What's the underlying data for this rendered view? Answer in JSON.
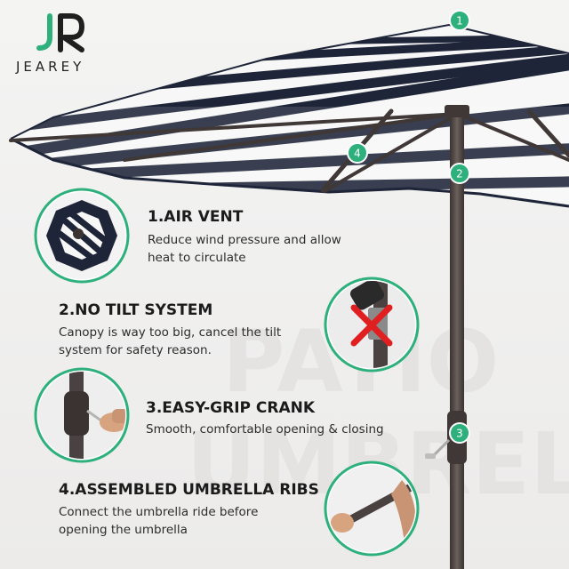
{
  "brand": {
    "name": "JEAREY",
    "accent_color": "#2db07c",
    "logo_icon": "jr-monogram-icon"
  },
  "features": [
    {
      "number": "1",
      "title": "1.AIR VENT",
      "description_lines": [
        "Reduce wind pressure and allow",
        "heat to circulate"
      ],
      "image_icon": "air-vent-closeup-icon"
    },
    {
      "number": "2",
      "title": "2.NO TILT SYSTEM",
      "description_lines": [
        "Canopy is way too big,  cancel the tilt",
        "system for safety reason."
      ],
      "image_icon": "no-tilt-closeup-icon"
    },
    {
      "number": "3",
      "title": "3.EASY-GRIP CRANK",
      "description_lines": [
        "Smooth, comfortable opening & closing"
      ],
      "image_icon": "crank-closeup-icon"
    },
    {
      "number": "4",
      "title": "4.ASSEMBLED UMBRELLA RIBS",
      "description_lines": [
        "Connect the umbrella ride before",
        "opening the umbrella"
      ],
      "image_icon": "ribs-closeup-icon"
    }
  ],
  "watermark": [
    "PATIO",
    "UMBRELLA"
  ],
  "colors": {
    "canopy_navy": "#1e2538",
    "canopy_white": "#f7f7f7",
    "pole_brown": "#4a4240",
    "callout_badge": "#2db07c"
  }
}
